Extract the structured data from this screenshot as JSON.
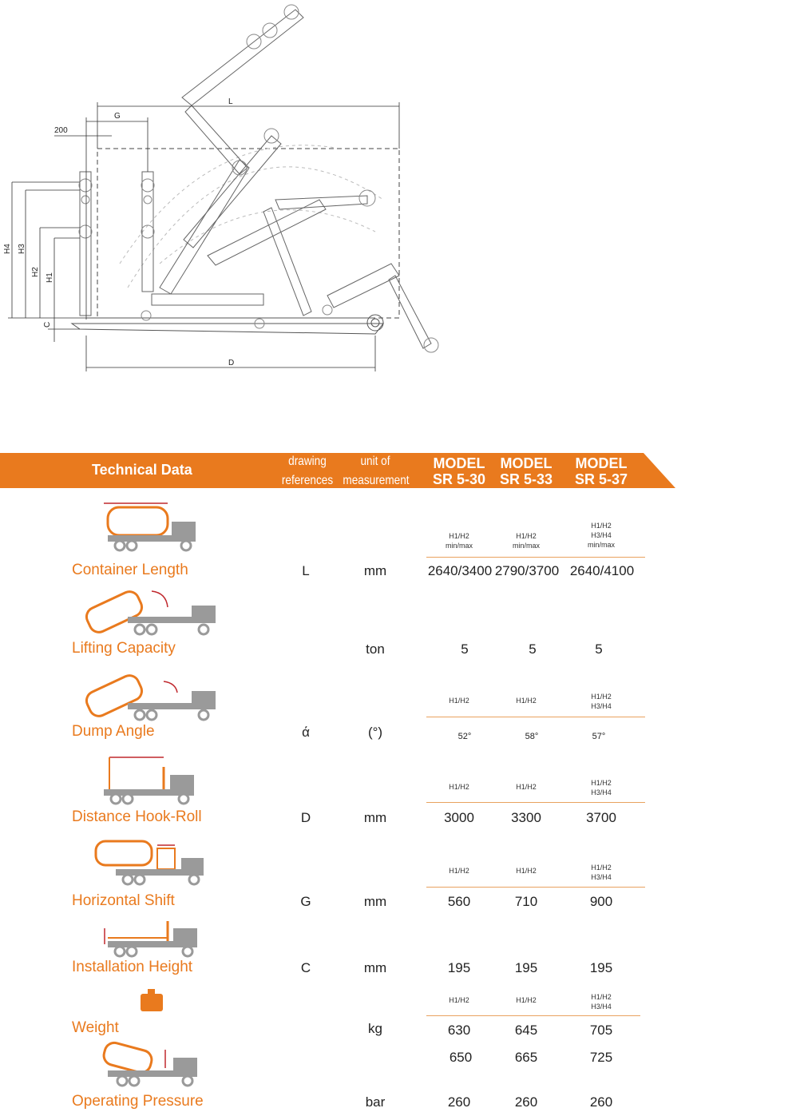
{
  "drawing": {
    "labels": {
      "l": "L",
      "g": "G",
      "offset": "200",
      "d": "D",
      "h1": "H1",
      "h2": "H2",
      "h3": "H3",
      "h4": "H4",
      "c": "C"
    }
  },
  "banner": {
    "title": "Technical Data",
    "ref_line1": "drawing",
    "ref_line2": "references",
    "unit_line1": "unit of",
    "unit_line2": "measurement",
    "models": [
      {
        "line1": "MODEL",
        "line2": "SR 5-30"
      },
      {
        "line1": "MODEL",
        "line2": "SR 5-33"
      },
      {
        "line1": "MODEL",
        "line2": "SR 5-37"
      }
    ]
  },
  "rows": {
    "container": {
      "label": "Container Length",
      "ref": "L",
      "unit": "mm",
      "hdr": [
        "H1/H2\nmin/max",
        "H1/H2\nmin/max",
        "H1/H2\nH3/H4\nmin/max"
      ],
      "values": [
        "2640/3400",
        "2790/3700",
        "2640/4100"
      ]
    },
    "lifting": {
      "label": "Lifting Capacity",
      "ref": "",
      "unit": "ton",
      "values": [
        "5",
        "5",
        "5"
      ]
    },
    "dump": {
      "label": "Dump Angle",
      "ref": "ά",
      "unit": "(°)",
      "hdr": [
        "H1/H2",
        "H1/H2",
        "H1/H2\nH3/H4"
      ],
      "values": [
        "52°",
        "58°",
        "57°"
      ]
    },
    "distance": {
      "label": "Distance Hook-Roll",
      "ref": "D",
      "unit": "mm",
      "hdr": [
        "H1/H2",
        "H1/H2",
        "H1/H2\nH3/H4"
      ],
      "values": [
        "3000",
        "3300",
        "3700"
      ]
    },
    "horizontal": {
      "label": "Horizontal Shift",
      "ref": "G",
      "unit": "mm",
      "hdr": [
        "H1/H2",
        "H1/H2",
        "H1/H2\nH3/H4"
      ],
      "values": [
        "560",
        "710",
        "900"
      ]
    },
    "installation": {
      "label": "Installation Height",
      "ref": "C",
      "unit": "mm",
      "values": [
        "195",
        "195",
        "195"
      ]
    },
    "weight": {
      "label": "Weight",
      "ref": "",
      "unit": "kg",
      "hdr": [
        "H1/H2",
        "H1/H2",
        "H1/H2\nH3/H4"
      ],
      "values": [
        "630",
        "645",
        "705"
      ],
      "values2": [
        "650",
        "665",
        "725"
      ]
    },
    "pressure": {
      "label": "Operating Pressure",
      "ref": "",
      "unit": "bar",
      "values": [
        "260",
        "260",
        "260"
      ]
    }
  },
  "colors": {
    "accent": "#e97a1e",
    "truck": "#9a9a9a",
    "arrow": "#c0282d"
  }
}
